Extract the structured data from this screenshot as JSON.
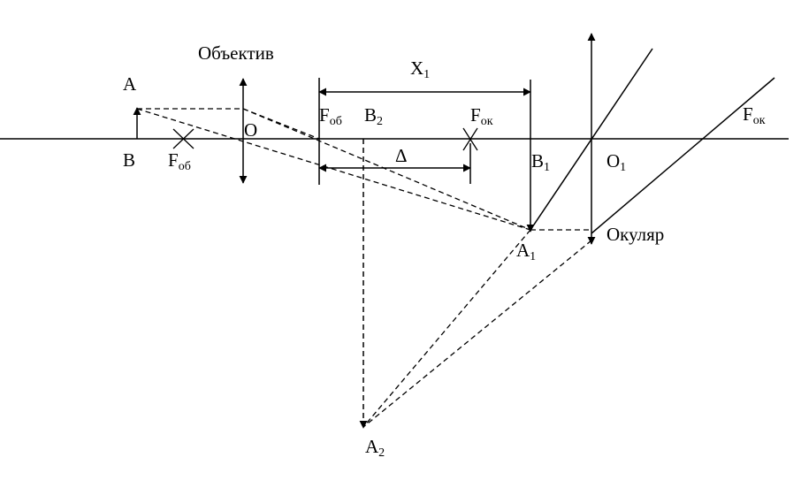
{
  "labels": {
    "objective": "Объектив",
    "eyepiece": "Окуляр",
    "A": "A",
    "B": "B",
    "O": "O",
    "F": "F",
    "ob": "об",
    "ok": "ок",
    "B_letter": "B",
    "A_letter": "A",
    "O_letter": "O",
    "X": "X",
    "delta": "Δ",
    "idx1": "1",
    "idx2": "2"
  }
}
